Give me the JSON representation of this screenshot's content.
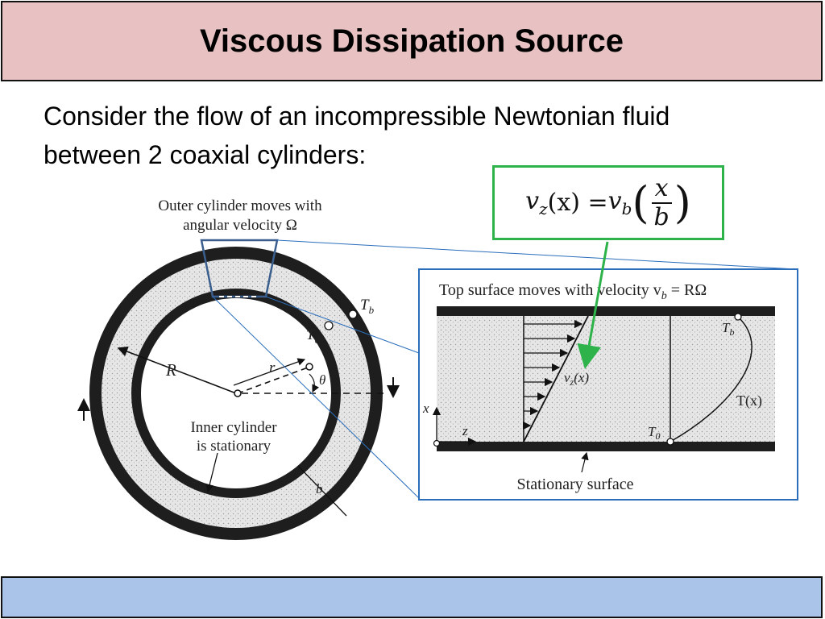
{
  "slide": {
    "title": "Viscous Dissipation Source",
    "body_line1": "Consider the flow of an incompressible Newtonian fluid",
    "body_line2": "between 2 coaxial cylinders:"
  },
  "equation": {
    "lhs": "v",
    "lhs_sub": "z",
    "lhs_arg": "(x) = ",
    "rhs": "v",
    "rhs_sub": "b",
    "numerator": "x",
    "denominator": "b"
  },
  "figure_left": {
    "outer_label_1": "Outer cylinder moves with",
    "outer_label_2": "angular velocity Ω",
    "R": "R",
    "r": "r",
    "theta": "θ",
    "Tb": "T",
    "Tb_sub": "b",
    "T0": "T",
    "T0_sub": "0",
    "inner_label_1": "Inner cylinder",
    "inner_label_2": "is stationary",
    "b": "b"
  },
  "figure_right": {
    "top_label": "Top surface moves with velocity v",
    "top_label_sub": "b",
    "top_label_tail": " = RΩ",
    "vz": "v",
    "vz_sub": "z",
    "vz_arg": "(x)",
    "Tx": "T(x)",
    "Tb": "T",
    "Tb_sub": "b",
    "T0": "T",
    "T0_sub": "0",
    "x_axis": "x",
    "z_axis": "z",
    "bottom_label": "Stationary surface"
  },
  "colors": {
    "title_bg": "#e8c2c2",
    "footer_bg": "#a9c4e8",
    "equation_border": "#2db34a",
    "callout_border": "#2a6ebb"
  }
}
